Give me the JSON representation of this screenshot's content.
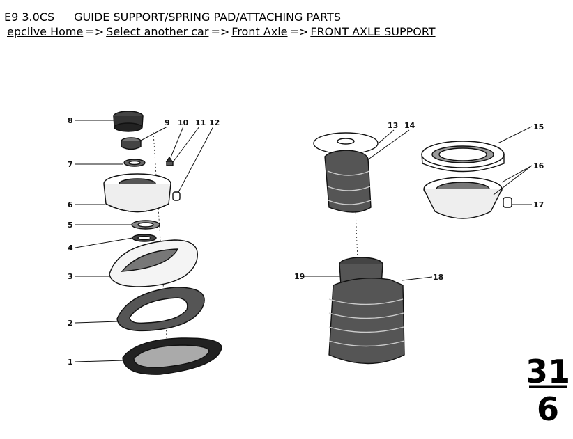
{
  "header": {
    "model": "E9 3.0CS",
    "title": "GUIDE SUPPORT/SPRING PAD/ATTACHING PARTS"
  },
  "breadcrumb": {
    "home": "epclive Home",
    "select_car": "Select another car",
    "group": "Front Axle",
    "subgroup": "FRONT AXLE SUPPORT",
    "separator": "=>"
  },
  "diagram": {
    "callouts": [
      "1",
      "2",
      "3",
      "4",
      "5",
      "6",
      "7",
      "8",
      "9",
      "10",
      "11",
      "12",
      "13",
      "14",
      "15",
      "16",
      "17",
      "18",
      "19"
    ],
    "page_group": "31",
    "page_number": "6"
  }
}
